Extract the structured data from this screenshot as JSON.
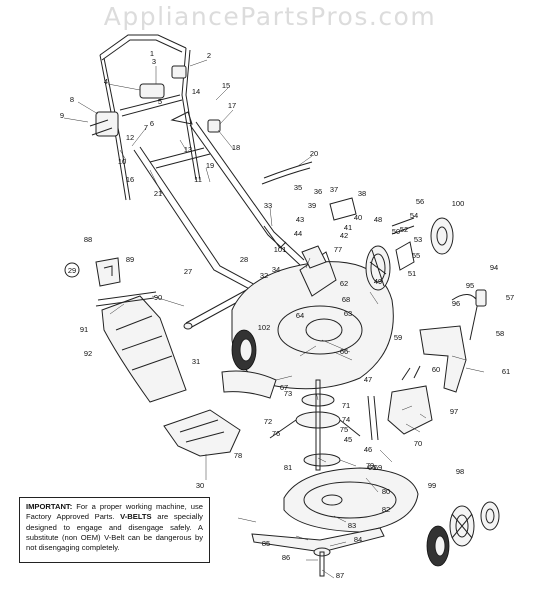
{
  "watermark": "AppliancePartsPros.com",
  "notice": {
    "important_heading": "IMPORTANT:",
    "important_text": "For a proper working machine, use Factory Approved Parts.",
    "vbelts_heading": "V-BELTS",
    "vbelts_text": "are specially designed to engage and disengage safely. A substitute (non OEM) V-Belt can be dangerous by not disengaging completely."
  },
  "circled_label": "29",
  "callouts": [
    "1",
    "2",
    "3",
    "4",
    "5",
    "6",
    "7",
    "8",
    "9",
    "10",
    "11",
    "12",
    "13",
    "14",
    "15",
    "16",
    "17",
    "18",
    "19",
    "20",
    "21",
    "27",
    "28",
    "30",
    "31",
    "32",
    "33",
    "34",
    "35",
    "36",
    "37",
    "38",
    "39",
    "40",
    "41",
    "42",
    "43",
    "44",
    "45",
    "46",
    "47",
    "48",
    "49",
    "50",
    "51",
    "52",
    "53",
    "54",
    "55",
    "56",
    "57",
    "58",
    "59",
    "60",
    "61",
    "62",
    "63",
    "64",
    "65",
    "66",
    "67",
    "68",
    "69",
    "70",
    "71",
    "72",
    "73",
    "74",
    "75",
    "76",
    "77",
    "78",
    "79",
    "80",
    "81",
    "82",
    "83",
    "84",
    "85",
    "86",
    "87",
    "88",
    "89",
    "90",
    "91",
    "92",
    "94",
    "95",
    "96",
    "97",
    "98",
    "99",
    "100",
    "101",
    "102"
  ]
}
